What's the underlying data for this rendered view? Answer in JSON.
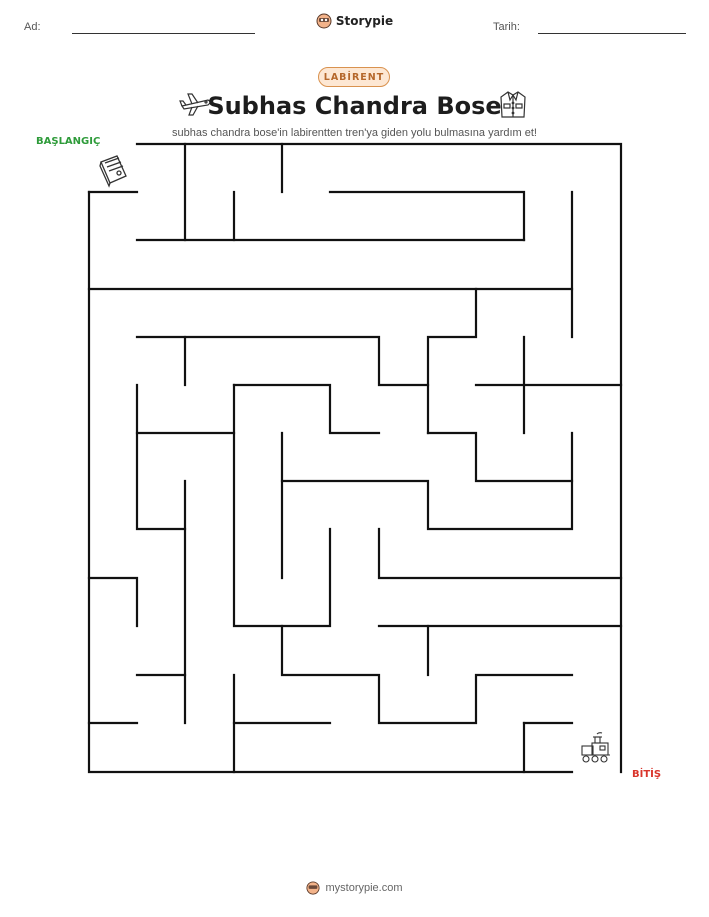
{
  "header": {
    "name_label": "Ad:",
    "date_label": "Tarih:",
    "brand": "Storypie"
  },
  "badge": "LABİRENT",
  "title": "Subhas Chandra Bose",
  "subtitle": "subhas chandra bose'in labirentten tren'ya giden yolu bulmasına yardım et!",
  "maze": {
    "start_label": "BAŞLANGIÇ",
    "end_label": "BİTİŞ",
    "start_icon": "book-icon",
    "end_icon": "train-icon",
    "title_left_icon": "airplane-icon",
    "title_right_icon": "jacket-icon"
  },
  "footer": {
    "site": "mystorypie.com"
  },
  "colors": {
    "start": "#2e9b3a",
    "end": "#d9342b",
    "badge_border": "#d9924f",
    "badge_fill": "#fde7d3",
    "wall": "#111111"
  }
}
